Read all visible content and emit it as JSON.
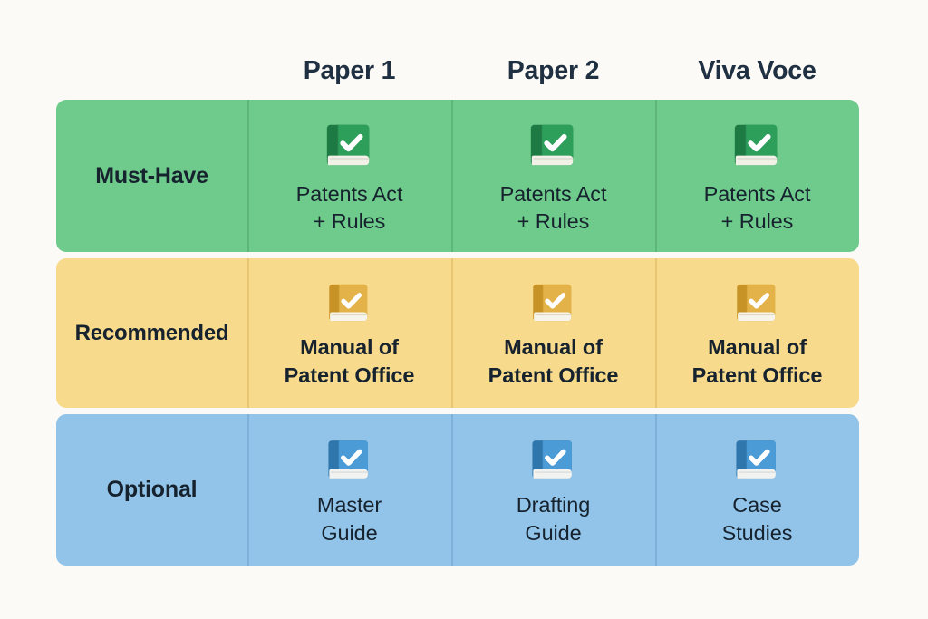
{
  "theme": {
    "background": "#FBFAF6",
    "text_color": "#16222E",
    "header_color": "#1F3042",
    "must_have_bg": "#6ECB8B",
    "recommended_bg": "#F8DA8C",
    "optional_bg": "#91C4E8",
    "book_green": "#2E9E5B",
    "book_green_dark": "#1E7A43",
    "book_amber": "#E3B34A",
    "book_amber_dark": "#C89326",
    "book_blue": "#4A9BD6",
    "book_blue_dark": "#2F76AC",
    "page_block": "#F2F1E8",
    "check_color": "#FFFFFF"
  },
  "columns": [
    {
      "label": "Paper 1"
    },
    {
      "label": "Paper 2"
    },
    {
      "label": "Viva Voce"
    }
  ],
  "rows": [
    {
      "label": "Must-Have",
      "icon": "book-check-icon",
      "cells": [
        {
          "text": "Patents Act\n+ Rules"
        },
        {
          "text": "Patents Act\n+ Rules"
        },
        {
          "text": "Patents Act\n+ Rules"
        }
      ]
    },
    {
      "label": "Recommended",
      "icon": "book-check-icon",
      "cells": [
        {
          "text": "Manual of\nPatent Office"
        },
        {
          "text": "Manual of\nPatent Office"
        },
        {
          "text": "Manual of\nPatent Office"
        }
      ]
    },
    {
      "label": "Optional",
      "icon": "book-check-icon",
      "cells": [
        {
          "text": "Master\nGuide"
        },
        {
          "text": "Drafting\nGuide"
        },
        {
          "text": "Case\nStudies"
        }
      ]
    }
  ]
}
